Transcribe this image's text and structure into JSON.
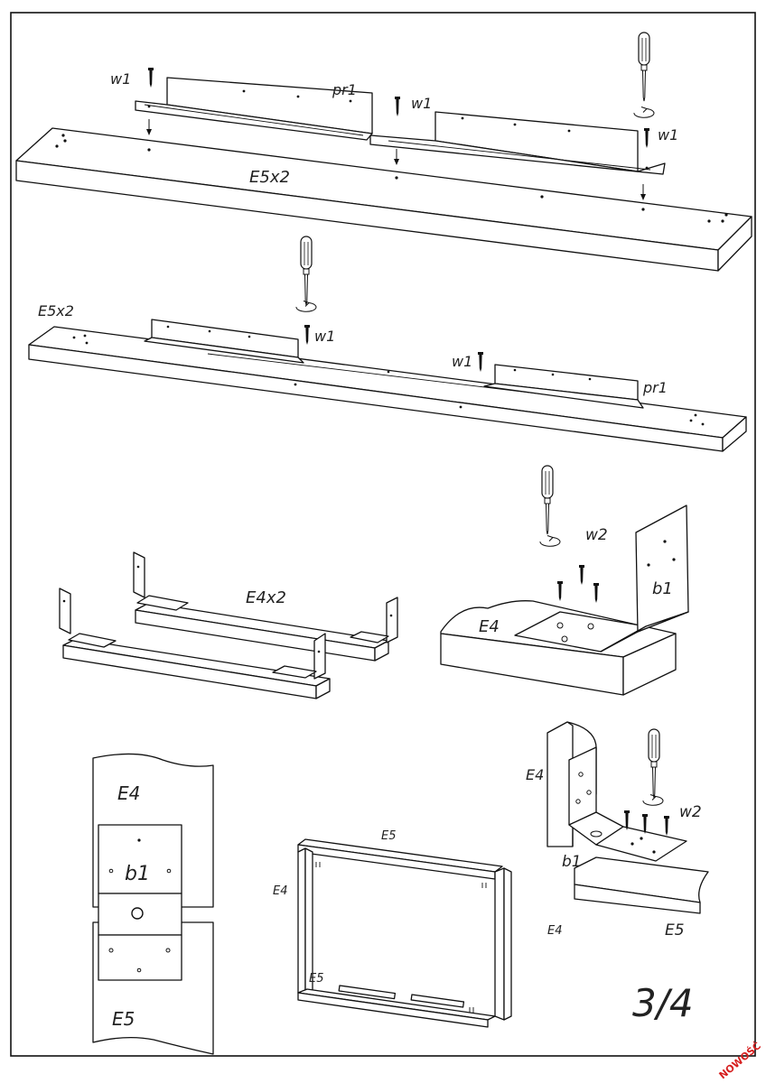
{
  "labels": {
    "w1": "w1",
    "w2": "w2",
    "pr1": "pr1",
    "b1": "b1",
    "e5x2": "E5x2",
    "e4x2": "E4x2",
    "e4": "E4",
    "e5": "E5"
  },
  "page_number": "3/4",
  "stamp": "NOWOŚĆ",
  "colors": {
    "line": "#111111",
    "stamp": "#d61f1f",
    "background": "#ffffff"
  }
}
